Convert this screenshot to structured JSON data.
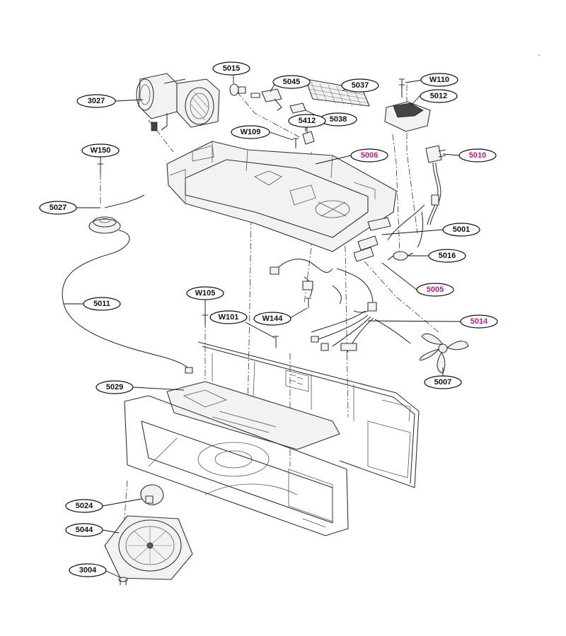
{
  "highlight_color": "#d4148c",
  "text_color": "#111111",
  "callouts": [
    {
      "id": "c3027",
      "label": "3027",
      "highlight": false
    },
    {
      "id": "c5015",
      "label": "5015",
      "highlight": false
    },
    {
      "id": "c5045",
      "label": "5045",
      "highlight": false
    },
    {
      "id": "c5037",
      "label": "5037",
      "highlight": false
    },
    {
      "id": "cW110",
      "label": "W110",
      "highlight": false
    },
    {
      "id": "c5012",
      "label": "5012",
      "highlight": false
    },
    {
      "id": "c5038",
      "label": "5038",
      "highlight": false
    },
    {
      "id": "c5412",
      "label": "5412",
      "highlight": false
    },
    {
      "id": "cW109",
      "label": "W109",
      "highlight": false
    },
    {
      "id": "c5006",
      "label": "5006",
      "highlight": true
    },
    {
      "id": "c5010",
      "label": "5010",
      "highlight": true
    },
    {
      "id": "cW150",
      "label": "W150",
      "highlight": false
    },
    {
      "id": "c5027",
      "label": "5027",
      "highlight": false
    },
    {
      "id": "c5001",
      "label": "5001",
      "highlight": false
    },
    {
      "id": "c5016",
      "label": "5016",
      "highlight": false
    },
    {
      "id": "c5005",
      "label": "5005",
      "highlight": true
    },
    {
      "id": "c5011",
      "label": "5011",
      "highlight": false
    },
    {
      "id": "cW105",
      "label": "W105",
      "highlight": false
    },
    {
      "id": "cW101",
      "label": "W101",
      "highlight": false
    },
    {
      "id": "cW144",
      "label": "W144",
      "highlight": false
    },
    {
      "id": "c5014",
      "label": "5014",
      "highlight": true
    },
    {
      "id": "c5007",
      "label": "5007",
      "highlight": false
    },
    {
      "id": "c5029",
      "label": "5029",
      "highlight": false
    },
    {
      "id": "c5024",
      "label": "5024",
      "highlight": false
    },
    {
      "id": "c5044",
      "label": "5044",
      "highlight": false
    },
    {
      "id": "c3004",
      "label": "3004",
      "highlight": false
    }
  ]
}
